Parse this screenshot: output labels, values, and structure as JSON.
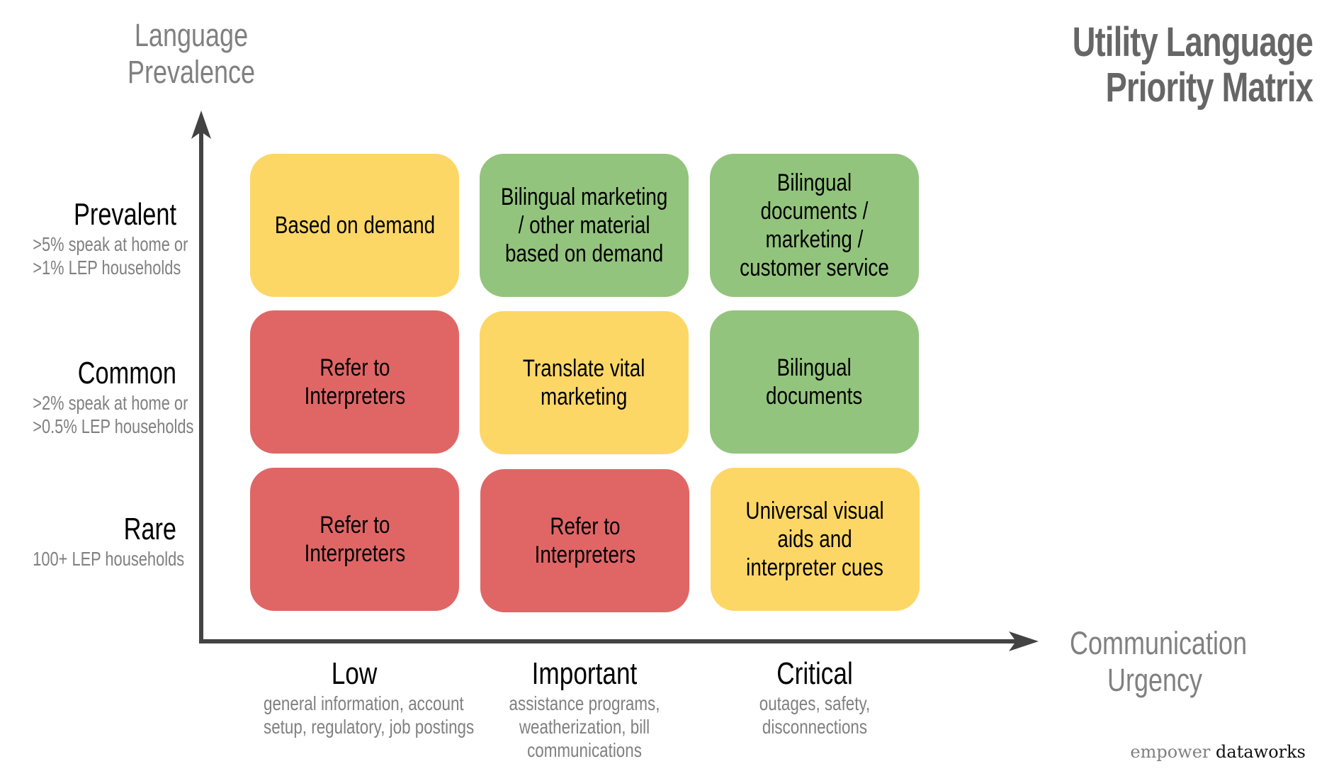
{
  "title": {
    "line1": "Utility Language",
    "line2": "Priority Matrix"
  },
  "y_axis": {
    "title_line1": "Language",
    "title_line2": "Prevalence"
  },
  "x_axis": {
    "title_line1": "Communication",
    "title_line2": "Urgency"
  },
  "rows": [
    {
      "label": "Prevalent",
      "sub1": ">5% speak at home or",
      "sub2": ">1% LEP households"
    },
    {
      "label": "Common",
      "sub1": ">2% speak at home or",
      "sub2": ">0.5% LEP households"
    },
    {
      "label": "Rare",
      "sub1": "100+ LEP households",
      "sub2": ""
    }
  ],
  "columns": [
    {
      "label": "Low",
      "sub1": "general information, account",
      "sub2": "setup, regulatory, job postings",
      "sub3": ""
    },
    {
      "label": "Important",
      "sub1": "assistance programs,",
      "sub2": "weatherization, bill",
      "sub3": "communications"
    },
    {
      "label": "Critical",
      "sub1": "outages, safety,",
      "sub2": "disconnections",
      "sub3": ""
    }
  ],
  "cells": [
    [
      {
        "text": "Based on demand",
        "level": "yellow"
      },
      {
        "text": "Bilingual marketing\n/ other material\nbased on demand",
        "level": "green"
      },
      {
        "text": "Bilingual\ndocuments /\nmarketing /\ncustomer service",
        "level": "green"
      }
    ],
    [
      {
        "text": "Refer to\nInterpreters",
        "level": "red"
      },
      {
        "text": "Translate vital\nmarketing",
        "level": "yellow"
      },
      {
        "text": "Bilingual\ndocuments",
        "level": "green"
      }
    ],
    [
      {
        "text": "Refer to\nInterpreters",
        "level": "red"
      },
      {
        "text": "Refer to\nInterpreters",
        "level": "red"
      },
      {
        "text": "Universal visual\naids and\ninterpreter cues",
        "level": "yellow"
      }
    ]
  ],
  "colors": {
    "yellow": "#FDD766",
    "green": "#93C47D",
    "red": "#E06666",
    "axis": "#434343"
  },
  "logo": {
    "part1": "empower",
    "part2": "dataworks"
  }
}
